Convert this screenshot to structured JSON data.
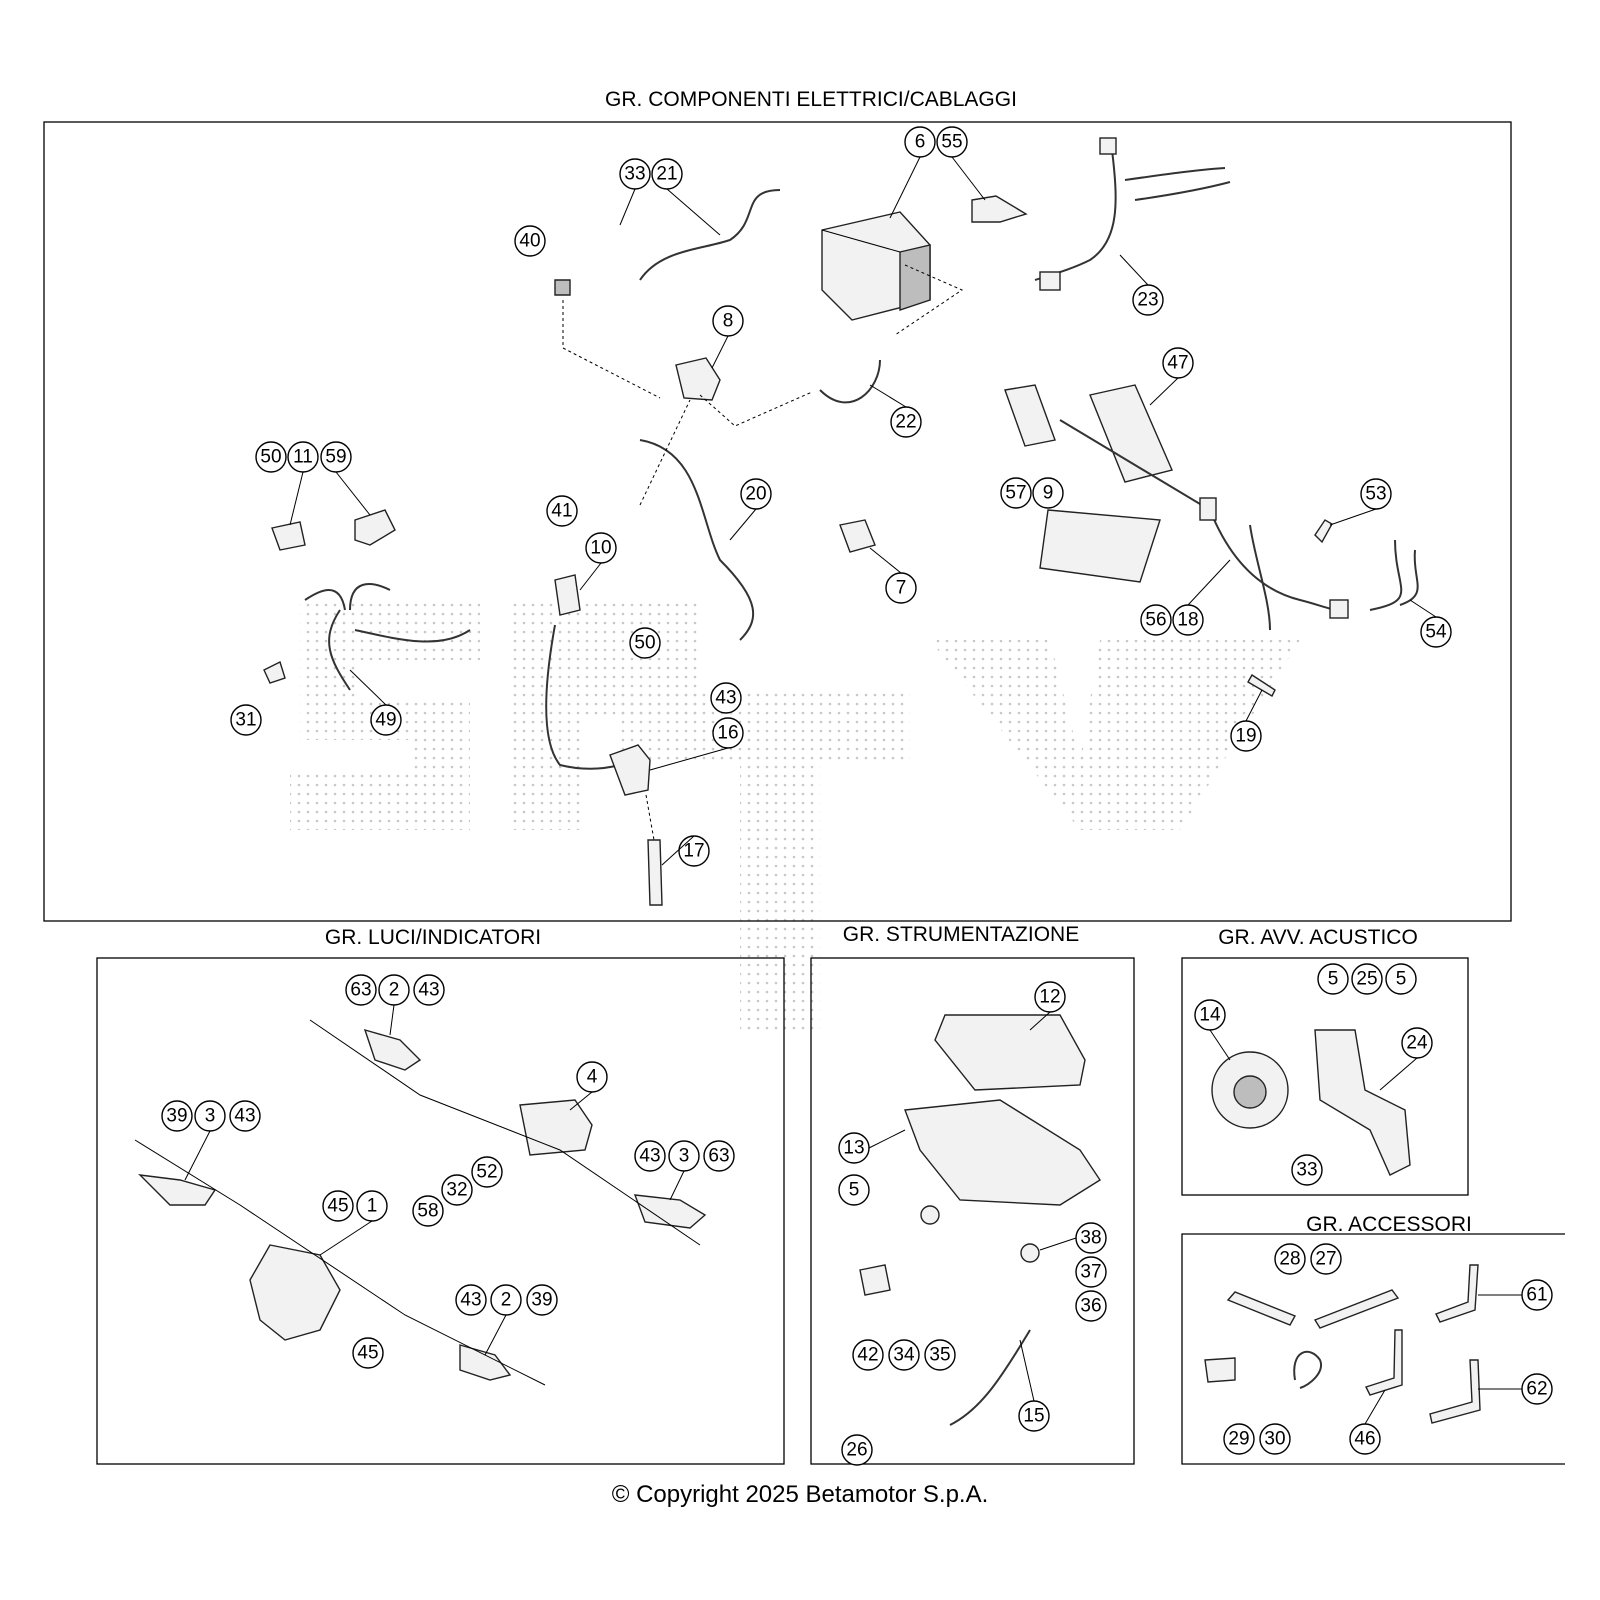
{
  "panels": {
    "electrical": {
      "title": "GR. COMPONENTI ELETTRICI/CABLAGGI"
    },
    "lights": {
      "title": "GR. LUCI/INDICATORI"
    },
    "instruments": {
      "title": "GR. STRUMENTAZIONE"
    },
    "horn": {
      "title": "GR. AVV. ACUSTICO"
    },
    "accessories": {
      "title": "GR. ACCESSORI"
    }
  },
  "callouts": {
    "electrical": [
      "33",
      "21",
      "6",
      "55",
      "40",
      "23",
      "8",
      "22",
      "47",
      "50",
      "11",
      "59",
      "41",
      "20",
      "57",
      "9",
      "53",
      "10",
      "7",
      "56",
      "18",
      "54",
      "50",
      "43",
      "31",
      "49",
      "16",
      "19",
      "17"
    ],
    "lights": [
      "63",
      "2",
      "43",
      "4",
      "39",
      "3",
      "43",
      "43",
      "3",
      "63",
      "52",
      "45",
      "1",
      "32",
      "58",
      "43",
      "2",
      "39",
      "45"
    ],
    "instruments": [
      "12",
      "13",
      "5",
      "38",
      "37",
      "36",
      "42",
      "34",
      "35",
      "15",
      "26"
    ],
    "horn": [
      "5",
      "25",
      "5",
      "14",
      "24",
      "33"
    ],
    "accessories": [
      "28",
      "27",
      "61",
      "62",
      "29",
      "30",
      "46"
    ]
  },
  "copyright": "© Copyright 2025 Betamotor S.p.A."
}
